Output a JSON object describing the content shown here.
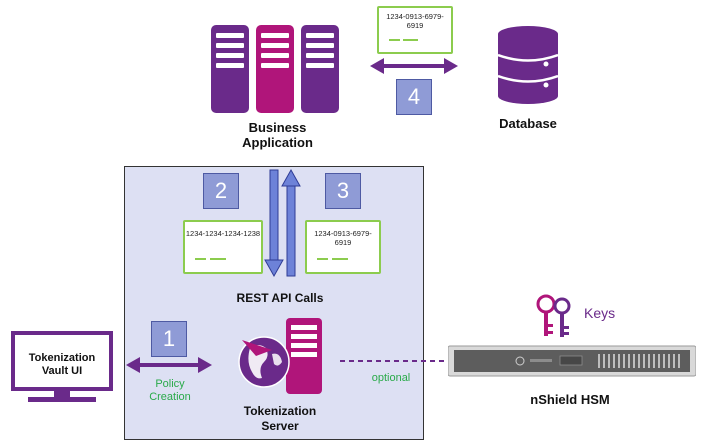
{
  "business_app": {
    "label_line1": "Business",
    "label_line2": "Application"
  },
  "database": {
    "label": "Database"
  },
  "steps": [
    "1",
    "2",
    "3",
    "4"
  ],
  "cards": {
    "top": "1234-0913-6979-6919",
    "left": "1234-1234-1234-1238",
    "right": "1234-0913-6979-6919"
  },
  "rest_api": {
    "label": "REST API Calls"
  },
  "vault_ui": {
    "label_line1": "Tokenization",
    "label_line2": "Vault UI"
  },
  "policy": {
    "line1": "Policy",
    "line2": "Creation"
  },
  "tokenization_server": {
    "label_line1": "Tokenization",
    "label_line2": "Server"
  },
  "connection": {
    "label": "optional"
  },
  "hsm": {
    "label": "nShield HSM"
  },
  "keys": {
    "label": "Keys"
  },
  "colors": {
    "purple": "#6a2a8a",
    "magenta": "#b0157a",
    "green": "#8ccc4e",
    "panel": "#dde0f3",
    "step": "#8f9bd6"
  }
}
